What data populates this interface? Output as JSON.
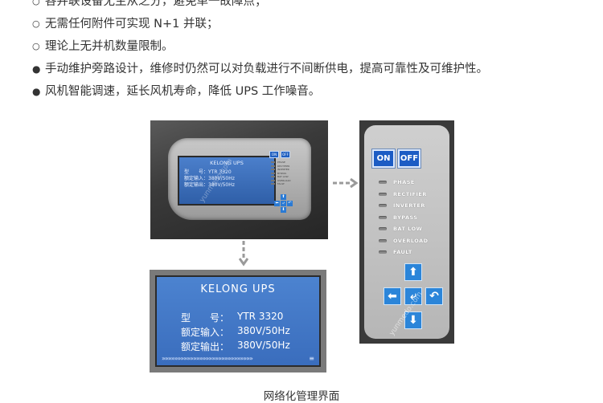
{
  "features": [
    {
      "marker": "○",
      "text": "各并联设备无主从之分，避免单一故障点；"
    },
    {
      "marker": "○",
      "text": "无需任何附件可实现 N+1 并联；"
    },
    {
      "marker": "○",
      "text": "理论上无并机数量限制。"
    },
    {
      "marker": "●",
      "text": "手动维护旁路设计，维修时仍然可以对负载进行不间断供电，提高可靠性及可维护性。"
    },
    {
      "marker": "●",
      "text": "风机智能调速，延长风机寿命，降低 UPS 工作噪音。"
    }
  ],
  "lcd": {
    "title": "KELONG UPS",
    "rows": [
      {
        "label": "型　　号：",
        "value": "YTR 3320"
      },
      {
        "label": "额定输入：",
        "value": "380V/50Hz"
      },
      {
        "label": "额定输出：",
        "value": "380V/50Hz"
      }
    ],
    "footer": "»»»»»»»»»»»»»»»»»»»»»»»»»»»»»"
  },
  "control_panel": {
    "on_label": "ON",
    "off_label": "OFF",
    "indicators": [
      "PHASE",
      "RECTIFIER",
      "INVERTER",
      "BYPASS",
      "BAT LOW",
      "OVERLOAD",
      "FAULT"
    ],
    "arrow_up": "⬆",
    "arrow_left": "⬅",
    "arrow_enter": "⤶",
    "arrow_back": "↶",
    "arrow_down": "⬇"
  },
  "caption": "网络化管理界面",
  "watermark": "yunmedo.com",
  "colors": {
    "lcd_blue": "#3a6dbd",
    "button_blue": "#1c5cc4",
    "arrow_blue": "#2b85d9"
  }
}
